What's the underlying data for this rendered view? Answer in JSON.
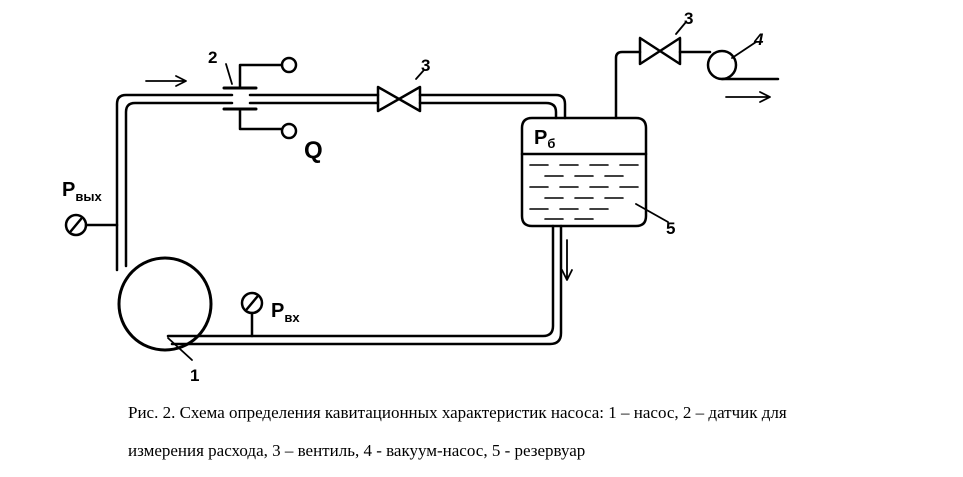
{
  "diagram": {
    "labels": {
      "sensor_number": "2",
      "valve_main_number": "3",
      "valve_top_number": "3",
      "vacuum_pump_number": "4",
      "reservoir_number": "5",
      "pump_number": "1",
      "flow_symbol": "Q",
      "p_out_main": "P",
      "p_out_sub": "вых",
      "p_in_main": "P",
      "p_in_sub": "вх",
      "p_tank_main": "P",
      "p_tank_sub": "б"
    }
  },
  "caption": {
    "line1": "Рис. 2.  Схема определения кавитационных характеристик насоса: 1 – насос, 2 – датчик для",
    "line2": "измерения расхода, 3 – вентиль, 4 - вакуум-насос, 5 - резервуар"
  }
}
